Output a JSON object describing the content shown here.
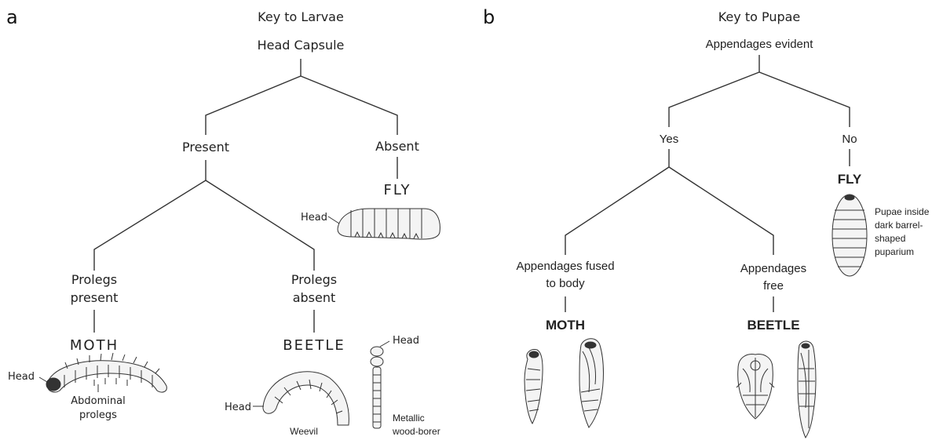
{
  "panel_a": {
    "letter": "a",
    "title": "Key to Larvae",
    "root": "Head Capsule",
    "present": "Present",
    "absent": "Absent",
    "fly": "FLY",
    "prolegs_present_1": "Prolegs",
    "prolegs_present_2": "present",
    "prolegs_absent_1": "Prolegs",
    "prolegs_absent_2": "absent",
    "moth": "MOTH",
    "beetle": "BEETLE",
    "head_fly": "Head",
    "head_moth": "Head",
    "head_weevil": "Head",
    "head_borer": "Head",
    "abdominal_1": "Abdominal",
    "abdominal_2": "prolegs",
    "weevil": "Weevil",
    "metallic_1": "Metallic",
    "metallic_2": "wood-borer"
  },
  "panel_b": {
    "letter": "b",
    "title": "Key to Pupae",
    "root": "Appendages evident",
    "yes": "Yes",
    "no": "No",
    "fly": "FLY",
    "pupae_note_1": "Pupae inside",
    "pupae_note_2": "dark barrel-",
    "pupae_note_3": "shaped",
    "pupae_note_4": "puparium",
    "fused_1": "Appendages fused",
    "fused_2": "to body",
    "free_1": "Appendages",
    "free_2": "free",
    "moth": "MOTH",
    "beetle": "BEETLE"
  },
  "icons": [
    "fly-larva-illustration",
    "caterpillar-illustration",
    "weevil-larva-illustration",
    "wood-borer-larva-illustration",
    "fly-puparium-illustration",
    "moth-pupa-illustration",
    "beetle-pupa-illustration"
  ]
}
